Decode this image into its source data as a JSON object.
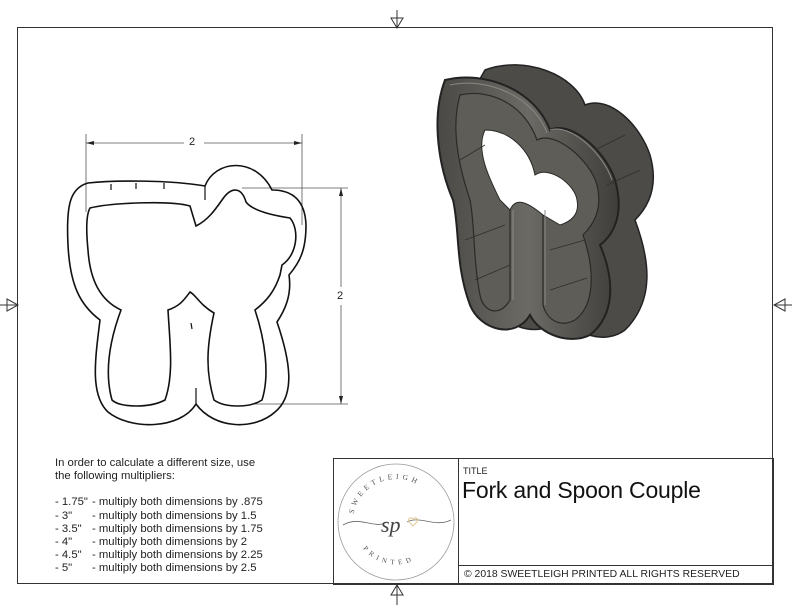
{
  "sheet": {
    "border_color": "#333333",
    "markers": [
      "top-center",
      "bottom-center",
      "left-middle",
      "right-middle"
    ]
  },
  "flat_drawing": {
    "width_dimension": "2",
    "height_dimension": "2",
    "outline_color": "#111111"
  },
  "render_3d": {
    "description": "Isometric view of cookie cutter",
    "body_color": "#5b5a55",
    "edge_color": "#2a2a28",
    "highlight_color": "#8a8983"
  },
  "notes": {
    "intro_line1": "In order to calculate a different size, use",
    "intro_line2": "the following multipliers:",
    "multipliers": [
      {
        "size": "- 1.75\"",
        "text": "- multiply both dimensions by .875"
      },
      {
        "size": "- 3\"",
        "text": "- multiply both dimensions by 1.5"
      },
      {
        "size": "- 3.5\"",
        "text": "- multiply both dimensions by 1.75"
      },
      {
        "size": "- 4\"",
        "text": "- multiply both dimensions by 2"
      },
      {
        "size": "- 4.5\"",
        "text": "- multiply both dimensions by 2.25"
      },
      {
        "size": "- 5\"",
        "text": "- multiply both dimensions by 2.5"
      }
    ]
  },
  "title_block": {
    "logo": {
      "top_text": "SWEETLEIGH",
      "bottom_text": "PRINTED",
      "monogram": "sp",
      "heart_color": "#e8d6a6",
      "circle_color": "#999999"
    },
    "title_label": "TITLE",
    "title": "Fork and Spoon Couple",
    "copyright": "© 2018  SWEETLEIGH PRINTED  ALL RIGHTS RESERVED"
  }
}
